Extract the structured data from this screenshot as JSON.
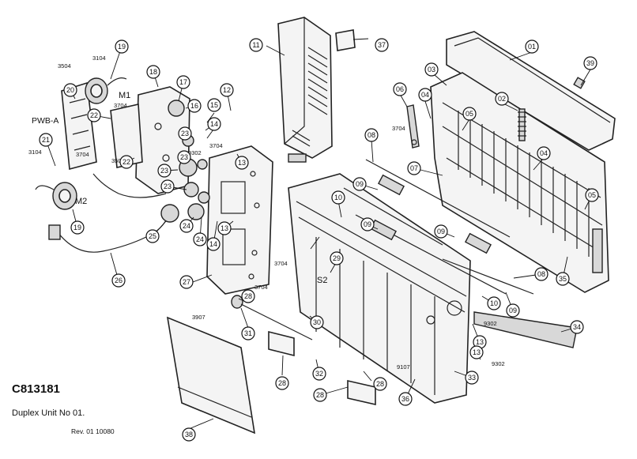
{
  "document": {
    "code": "C813181",
    "title": "Duplex Unit  No 01.",
    "revision": "Rev. 01   10080"
  },
  "part_labels": {
    "pwb": "PWB-A",
    "motor1": "M1",
    "motor2": "M2",
    "sensor": "S2"
  },
  "callouts": {
    "c01": "01",
    "c02": "02",
    "c03": "03",
    "c04a": "04",
    "c04b": "04",
    "c05a": "05",
    "c05b": "05",
    "c06": "06",
    "c07": "07",
    "c08a": "08",
    "c08b": "08",
    "c09a": "09",
    "c09b": "09",
    "c09c": "09",
    "c09d": "09",
    "c10a": "10",
    "c10b": "10",
    "c11": "11",
    "c12": "12",
    "c13a": "13",
    "c13b": "13",
    "c13c": "13",
    "c13d": "13",
    "c14a": "14",
    "c14b": "14",
    "c15": "15",
    "c16": "16",
    "c17": "17",
    "c18": "18",
    "c19a": "19",
    "c19b": "19",
    "c20": "20",
    "c21": "21",
    "c22a": "22",
    "c22b": "22",
    "c23a": "23",
    "c23b": "23",
    "c23c": "23",
    "c23d": "23",
    "c24a": "24",
    "c24b": "24",
    "c25": "25",
    "c26": "26",
    "c27": "27",
    "c28a": "28",
    "c28b": "28",
    "c28c": "28",
    "c28d": "28",
    "c29": "29",
    "c30": "30",
    "c31": "31",
    "c32": "32",
    "c33": "33",
    "c34": "34",
    "c35": "35",
    "c36": "36",
    "c37": "37",
    "c38": "38",
    "c39": "39"
  },
  "screw_labels": {
    "s3504a": "3504",
    "s3104a": "3104",
    "s3704a": "3704",
    "s3704b": "3704",
    "s3104b": "3104",
    "s3504b": "3504",
    "s9302a": "9302",
    "s3704c": "3704",
    "s3704d": "3704",
    "s3704e": "3704",
    "s3704f": "3704",
    "s3907": "3907",
    "s9302b": "9302",
    "s9302c": "9302",
    "s9107": "9107"
  }
}
